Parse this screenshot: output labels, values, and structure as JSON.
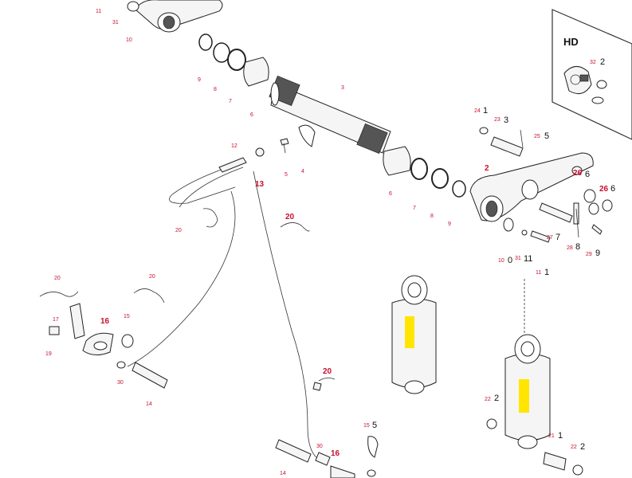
{
  "inset": {
    "title": "HD",
    "callout_red": "32",
    "callout_black": "2"
  },
  "callouts": {
    "c11_top": "11",
    "c31_top": "31",
    "c10_top": "10",
    "c9_a": "9",
    "c8_a": "8",
    "c7_a": "7",
    "c6_a": "6",
    "c3_a": "3",
    "c12": "12",
    "c5_a": "5",
    "c4_a": "4",
    "c24": "24",
    "c1_a": "1",
    "c23": "23",
    "c3_b": "3",
    "c25": "25",
    "c5_b": "5",
    "c2_main": "2",
    "c26_a": "26",
    "c6_b": "6",
    "c26_b": "26",
    "c6_c": "6",
    "c13": "13",
    "c20_big": "20",
    "c20_a": "20",
    "c6_d": "6",
    "c7_b": "7",
    "c8_b": "8",
    "c9_b": "9",
    "c7_c": "7",
    "c28": "28",
    "c8_c": "8",
    "c29": "29",
    "c9_c": "9",
    "c10_b": "10",
    "c0_b": "0",
    "c31_b": "31",
    "c11_b": "11",
    "c11_c": "11",
    "c1_b": "1",
    "c20_b": "20",
    "c20_c": "20",
    "c17": "17",
    "c16_a": "16",
    "c15_a": "15",
    "c19": "19",
    "c30_a": "30",
    "c14_a": "14",
    "c20_d": "20",
    "c22_a": "22",
    "c2_b": "2",
    "c21": "21",
    "c1_c": "1",
    "c22_b": "22",
    "c2_c": "2",
    "c15_b": "15",
    "c5_c": "5",
    "c14_b": "14",
    "c30_b": "30",
    "c16_b": "16"
  },
  "colors": {
    "callout": "#c8102e",
    "highlight": "#ffe500",
    "line": "#222222"
  }
}
